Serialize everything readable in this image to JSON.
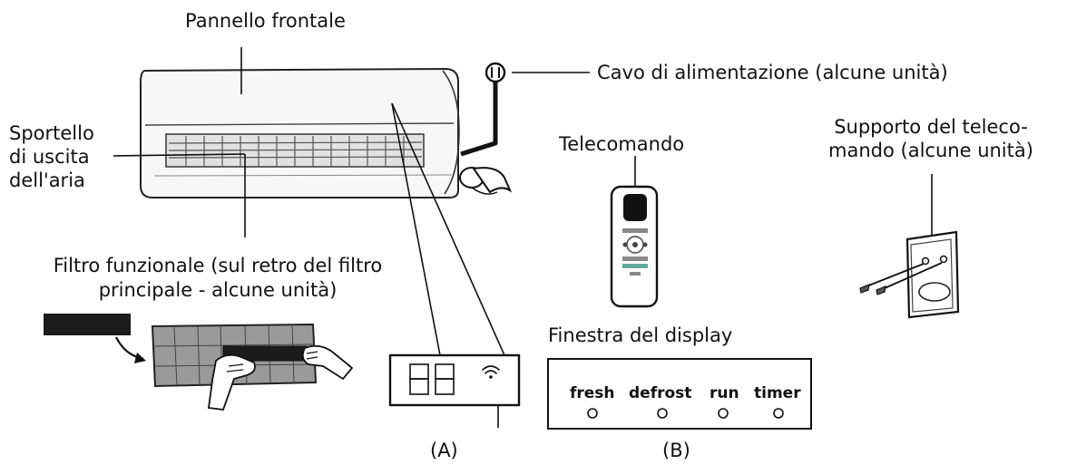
{
  "labels": {
    "front_panel": "Pannello frontale",
    "power_cable": "Cavo di alimentazione (alcune unità)",
    "outlet_line1": "Sportello",
    "outlet_line2": "di uscita",
    "outlet_line3": "dell'aria",
    "remote": "Telecomando",
    "holder_line1": "Supporto del teleco-",
    "holder_line2": "mando (alcune unità)",
    "filter_line1": "Filtro funzionale (sul retro del filtro",
    "filter_line2": "principale - alcune unità)",
    "display_window": "Finestra del display",
    "display_a": "(A)",
    "display_b": "(B)"
  },
  "display_b": {
    "indicators": [
      "fresh",
      "defrost",
      "run",
      "timer"
    ]
  },
  "display_a": {
    "digits": "88"
  }
}
